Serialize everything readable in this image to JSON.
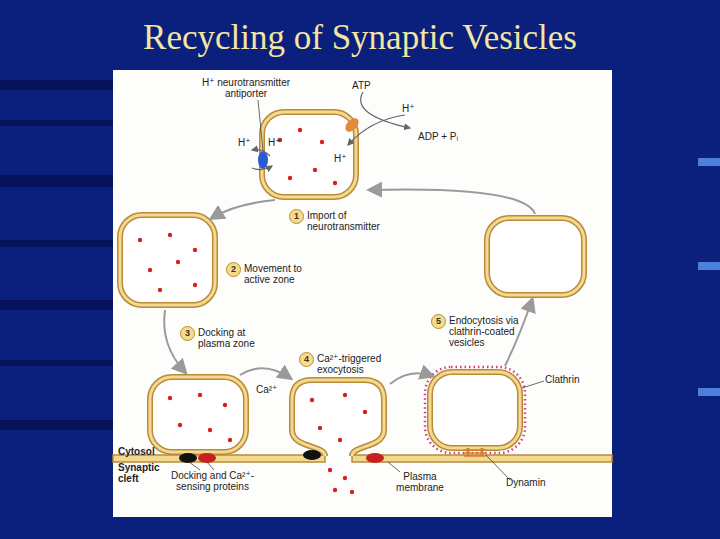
{
  "diagram": {
    "title": "Recycling of Synaptic Vesicles",
    "nodes": [
      {
        "text": [
          "1",
          "Import of neurotransmitter"
        ]
      },
      {
        "text": [
          "2",
          "Movement to active zone"
        ]
      },
      {
        "text": [
          "3",
          "Docking at plasma zone"
        ]
      },
      {
        "text": [
          "4",
          "Ca²⁺-triggered exocytosis"
        ]
      },
      {
        "text": [
          "5",
          "Endocytosis via clathrin-coated vesicles"
        ]
      }
    ],
    "labels": [
      "H⁺ neurotransmitter antiporter",
      "H⁺",
      "H⁺",
      "ATP",
      "H⁺",
      "ADP + Pᵢ",
      "H⁺",
      "Ca²⁺",
      "Clathrin",
      "Cytosol",
      "Synaptic cleft",
      "Docking and Ca²⁺-sensing proteins",
      "Plasma membrane",
      "Dynamin"
    ]
  }
}
